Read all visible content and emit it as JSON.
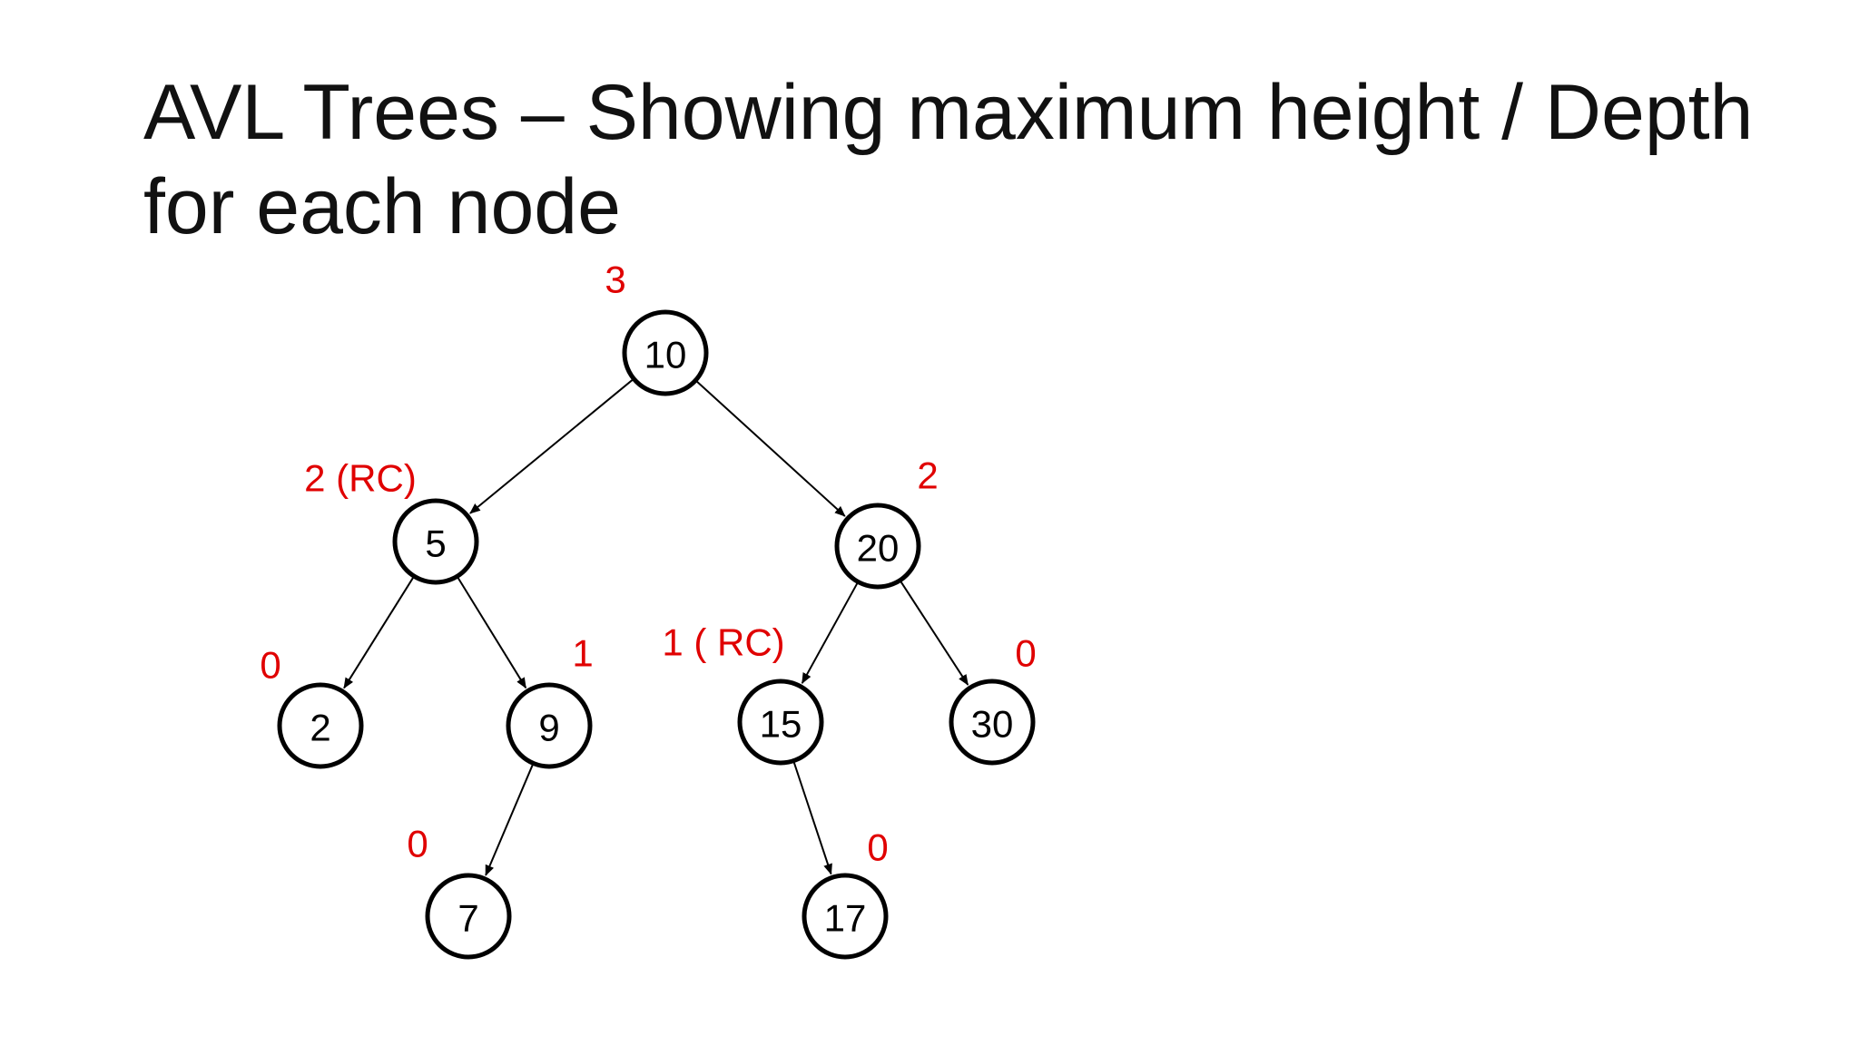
{
  "title": {
    "line1": "AVL Trees – Showing maximum height / Depth",
    "line2": "for each node"
  },
  "colors": {
    "annotation": "#e00000",
    "node_stroke": "#000000",
    "edge": "#000000"
  },
  "tree": {
    "nodes": [
      {
        "id": "n10",
        "value": "10",
        "height_label": "3"
      },
      {
        "id": "n5",
        "value": "5",
        "height_label": "2 (RC)"
      },
      {
        "id": "n20",
        "value": "20",
        "height_label": "2"
      },
      {
        "id": "n2",
        "value": "2",
        "height_label": "0"
      },
      {
        "id": "n9",
        "value": "9",
        "height_label": "1"
      },
      {
        "id": "n15",
        "value": "15",
        "height_label": "1 ( RC)"
      },
      {
        "id": "n30",
        "value": "30",
        "height_label": "0"
      },
      {
        "id": "n7",
        "value": "7",
        "height_label": "0"
      },
      {
        "id": "n17",
        "value": "17",
        "height_label": "0"
      }
    ],
    "edges": [
      {
        "from": "n10",
        "to": "n5"
      },
      {
        "from": "n10",
        "to": "n20"
      },
      {
        "from": "n5",
        "to": "n2"
      },
      {
        "from": "n5",
        "to": "n9"
      },
      {
        "from": "n20",
        "to": "n15"
      },
      {
        "from": "n20",
        "to": "n30"
      },
      {
        "from": "n9",
        "to": "n7"
      },
      {
        "from": "n15",
        "to": "n17"
      }
    ]
  }
}
